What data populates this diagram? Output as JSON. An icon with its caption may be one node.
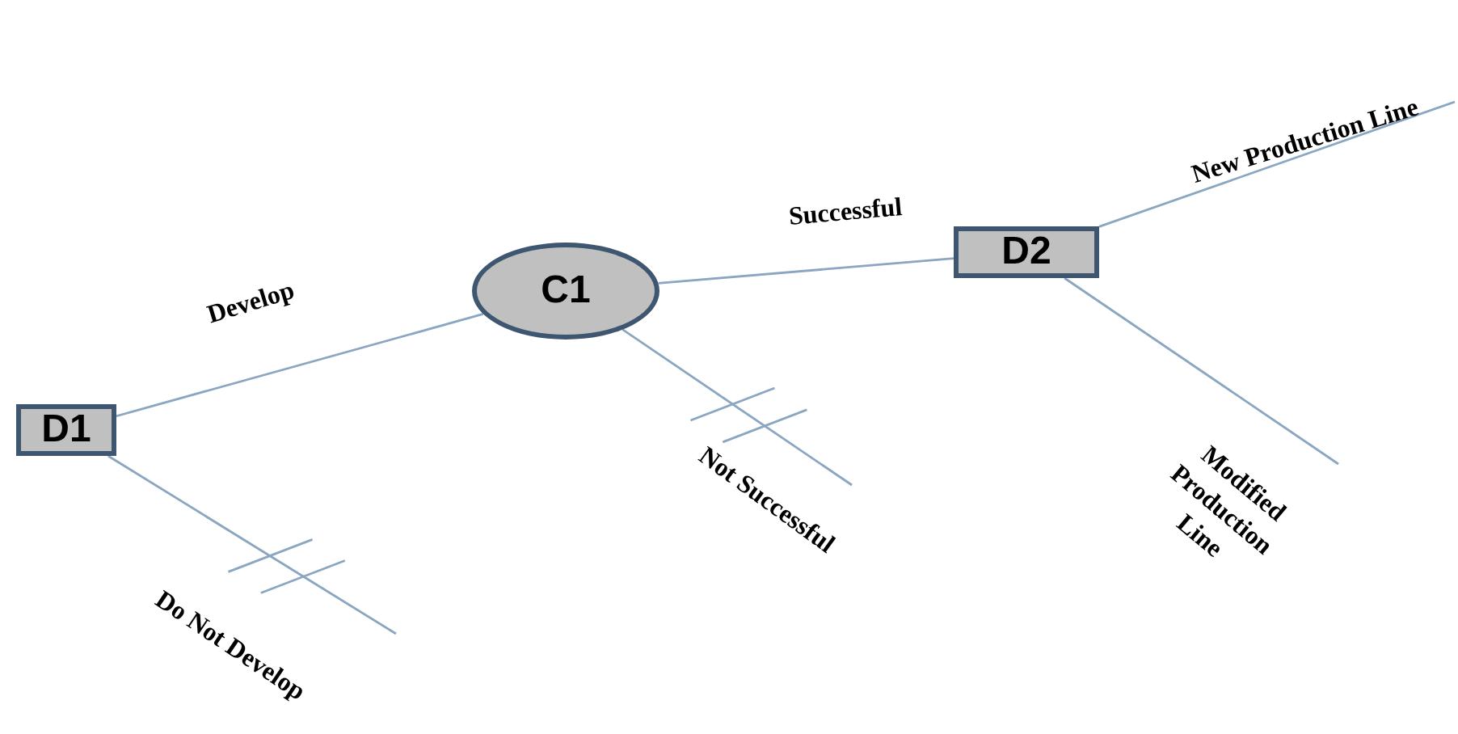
{
  "diagram": {
    "nodes": [
      {
        "text": [
          "D1"
        ]
      },
      {
        "text": [
          "C1"
        ]
      },
      {
        "text": [
          "D2"
        ]
      }
    ],
    "edges": [
      {
        "from": 0,
        "to": 1,
        "arrow": "none",
        "label": "Develop"
      },
      {
        "from": 0,
        "to": null,
        "arrow": "none",
        "label": "Do Not Develop"
      },
      {
        "from": 1,
        "to": 2,
        "arrow": "none",
        "label": "Successful"
      },
      {
        "from": 1,
        "to": null,
        "arrow": "none",
        "label": "Not Successful"
      },
      {
        "from": 2,
        "to": null,
        "arrow": "none",
        "label": "New Production Line"
      },
      {
        "from": 2,
        "to": null,
        "arrow": "none",
        "label": "Modified Production Line"
      }
    ]
  }
}
